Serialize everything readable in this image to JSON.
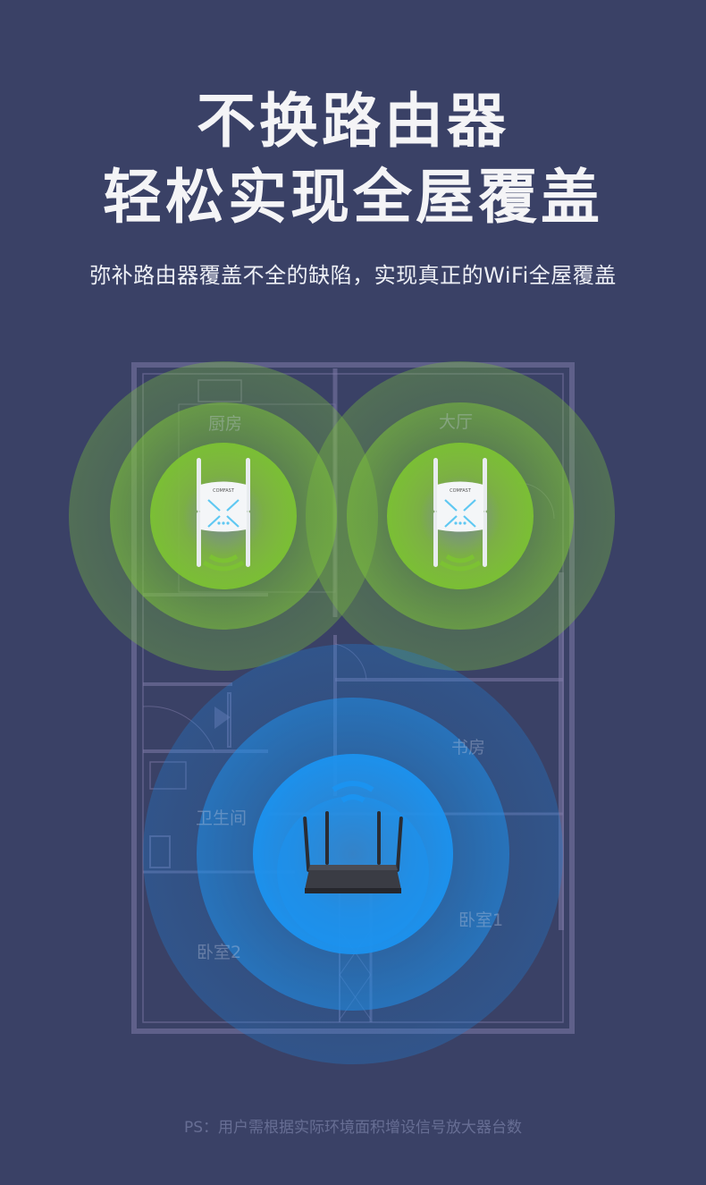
{
  "header": {
    "title_line1": "不换路由器",
    "title_line2": "轻松实现全屋覆盖",
    "subtitle": "弥补路由器覆盖不全的缺陷，实现真正的WiFi全屋覆盖"
  },
  "floorplan": {
    "rooms": [
      {
        "label": "厨房"
      },
      {
        "label": "大厅"
      },
      {
        "label": "书房"
      },
      {
        "label": "卫生间"
      },
      {
        "label": "卧室1"
      },
      {
        "label": "卧室2"
      }
    ],
    "devices": {
      "extender_left": {
        "brand": "COMFAST",
        "icon": "wifi-extender-icon"
      },
      "extender_right": {
        "brand": "COMFAST",
        "icon": "wifi-extender-icon"
      },
      "router": {
        "icon": "wifi-router-icon"
      }
    }
  },
  "colors": {
    "background": "#3a4166",
    "extender_coverage": "#7dc23a",
    "router_coverage": "#1e8fe8",
    "title_text": "#f4f4f6"
  },
  "footer": {
    "note": "PS：用户需根据实际环境面积增设信号放大器台数"
  }
}
